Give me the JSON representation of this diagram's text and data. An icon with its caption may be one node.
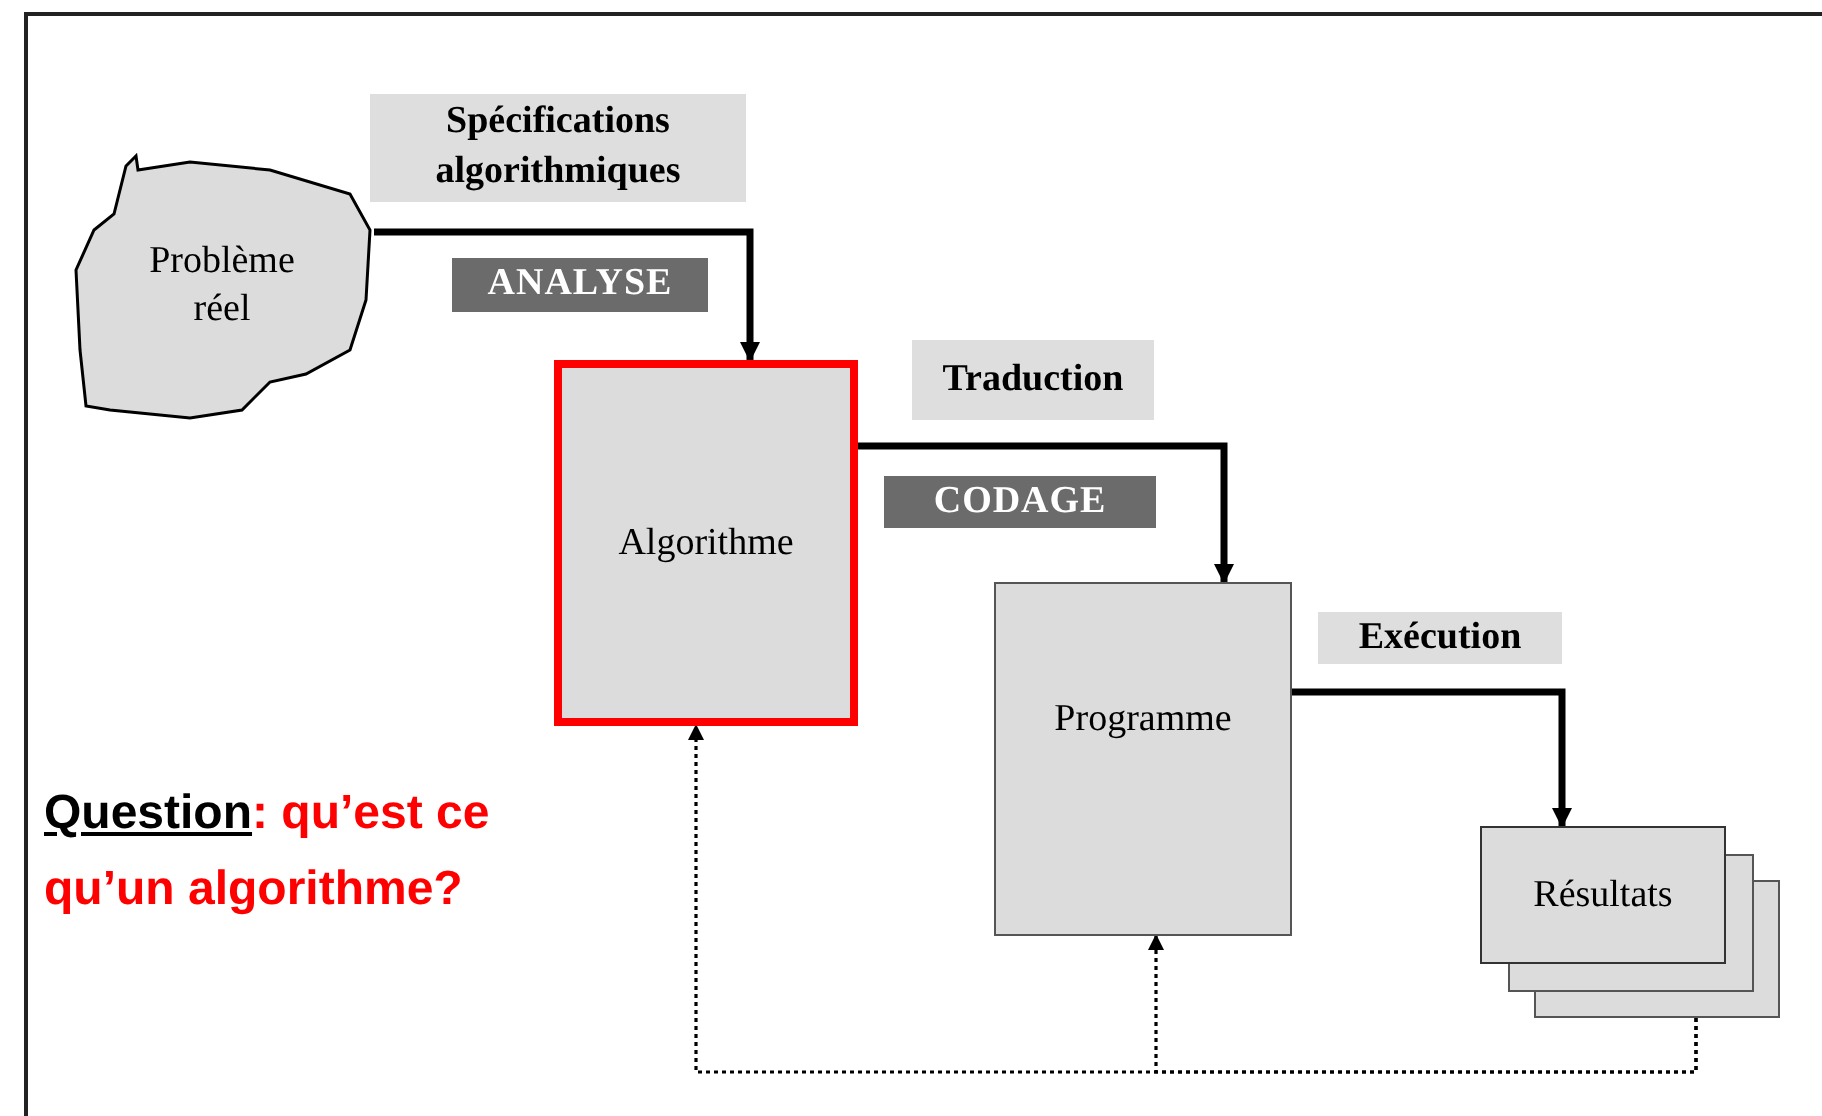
{
  "diagram": {
    "nodes": [
      {
        "text": [
          "Problème réel"
        ]
      },
      {
        "text": [
          "Algorithme"
        ]
      },
      {
        "text": [
          "Programme"
        ]
      },
      {
        "text": [
          "Résultats"
        ]
      }
    ],
    "edges": [
      {
        "from": 0,
        "to": 1,
        "arrow": "to",
        "label": "Spécifications algorithmiques"
      },
      {
        "from": 1,
        "to": 2,
        "arrow": "to",
        "label": "Traduction"
      },
      {
        "from": 2,
        "to": 3,
        "arrow": "to",
        "label": "Exécution"
      },
      {
        "from": 3,
        "to": 1,
        "arrow": "to",
        "style": "dashed"
      },
      {
        "from": 3,
        "to": 2,
        "arrow": "to",
        "style": "dashed"
      }
    ],
    "labels": [
      "ANALYSE",
      "CODAGE",
      "Question",
      ": qu’est ce qu’un algorithme?"
    ]
  }
}
